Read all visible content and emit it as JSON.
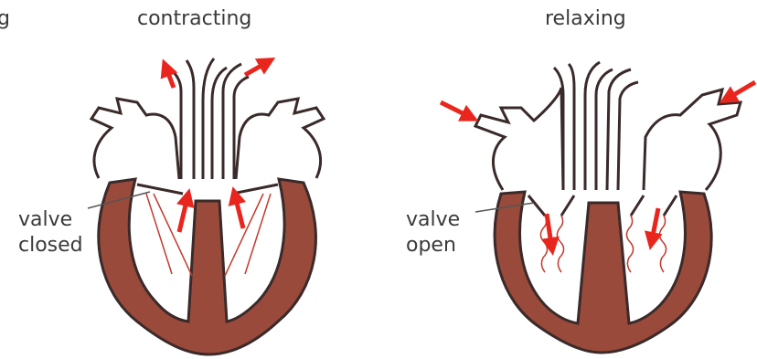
{
  "labels": {
    "cut_off_left": "g",
    "left_title": "contracting",
    "right_title": "relaxing",
    "left_valve_line1": "valve",
    "left_valve_line2": "closed",
    "right_valve_line1": "valve",
    "right_valve_line2": "open"
  },
  "colors": {
    "muscle": "#9a4a3a",
    "outline": "#3a2a2a",
    "arrow": "#e8261e",
    "tendon": "#c23a2e",
    "text": "#3a3a3a",
    "background": "#ffffff"
  },
  "icons": {
    "blood_flow_arrow": "red-arrow"
  }
}
